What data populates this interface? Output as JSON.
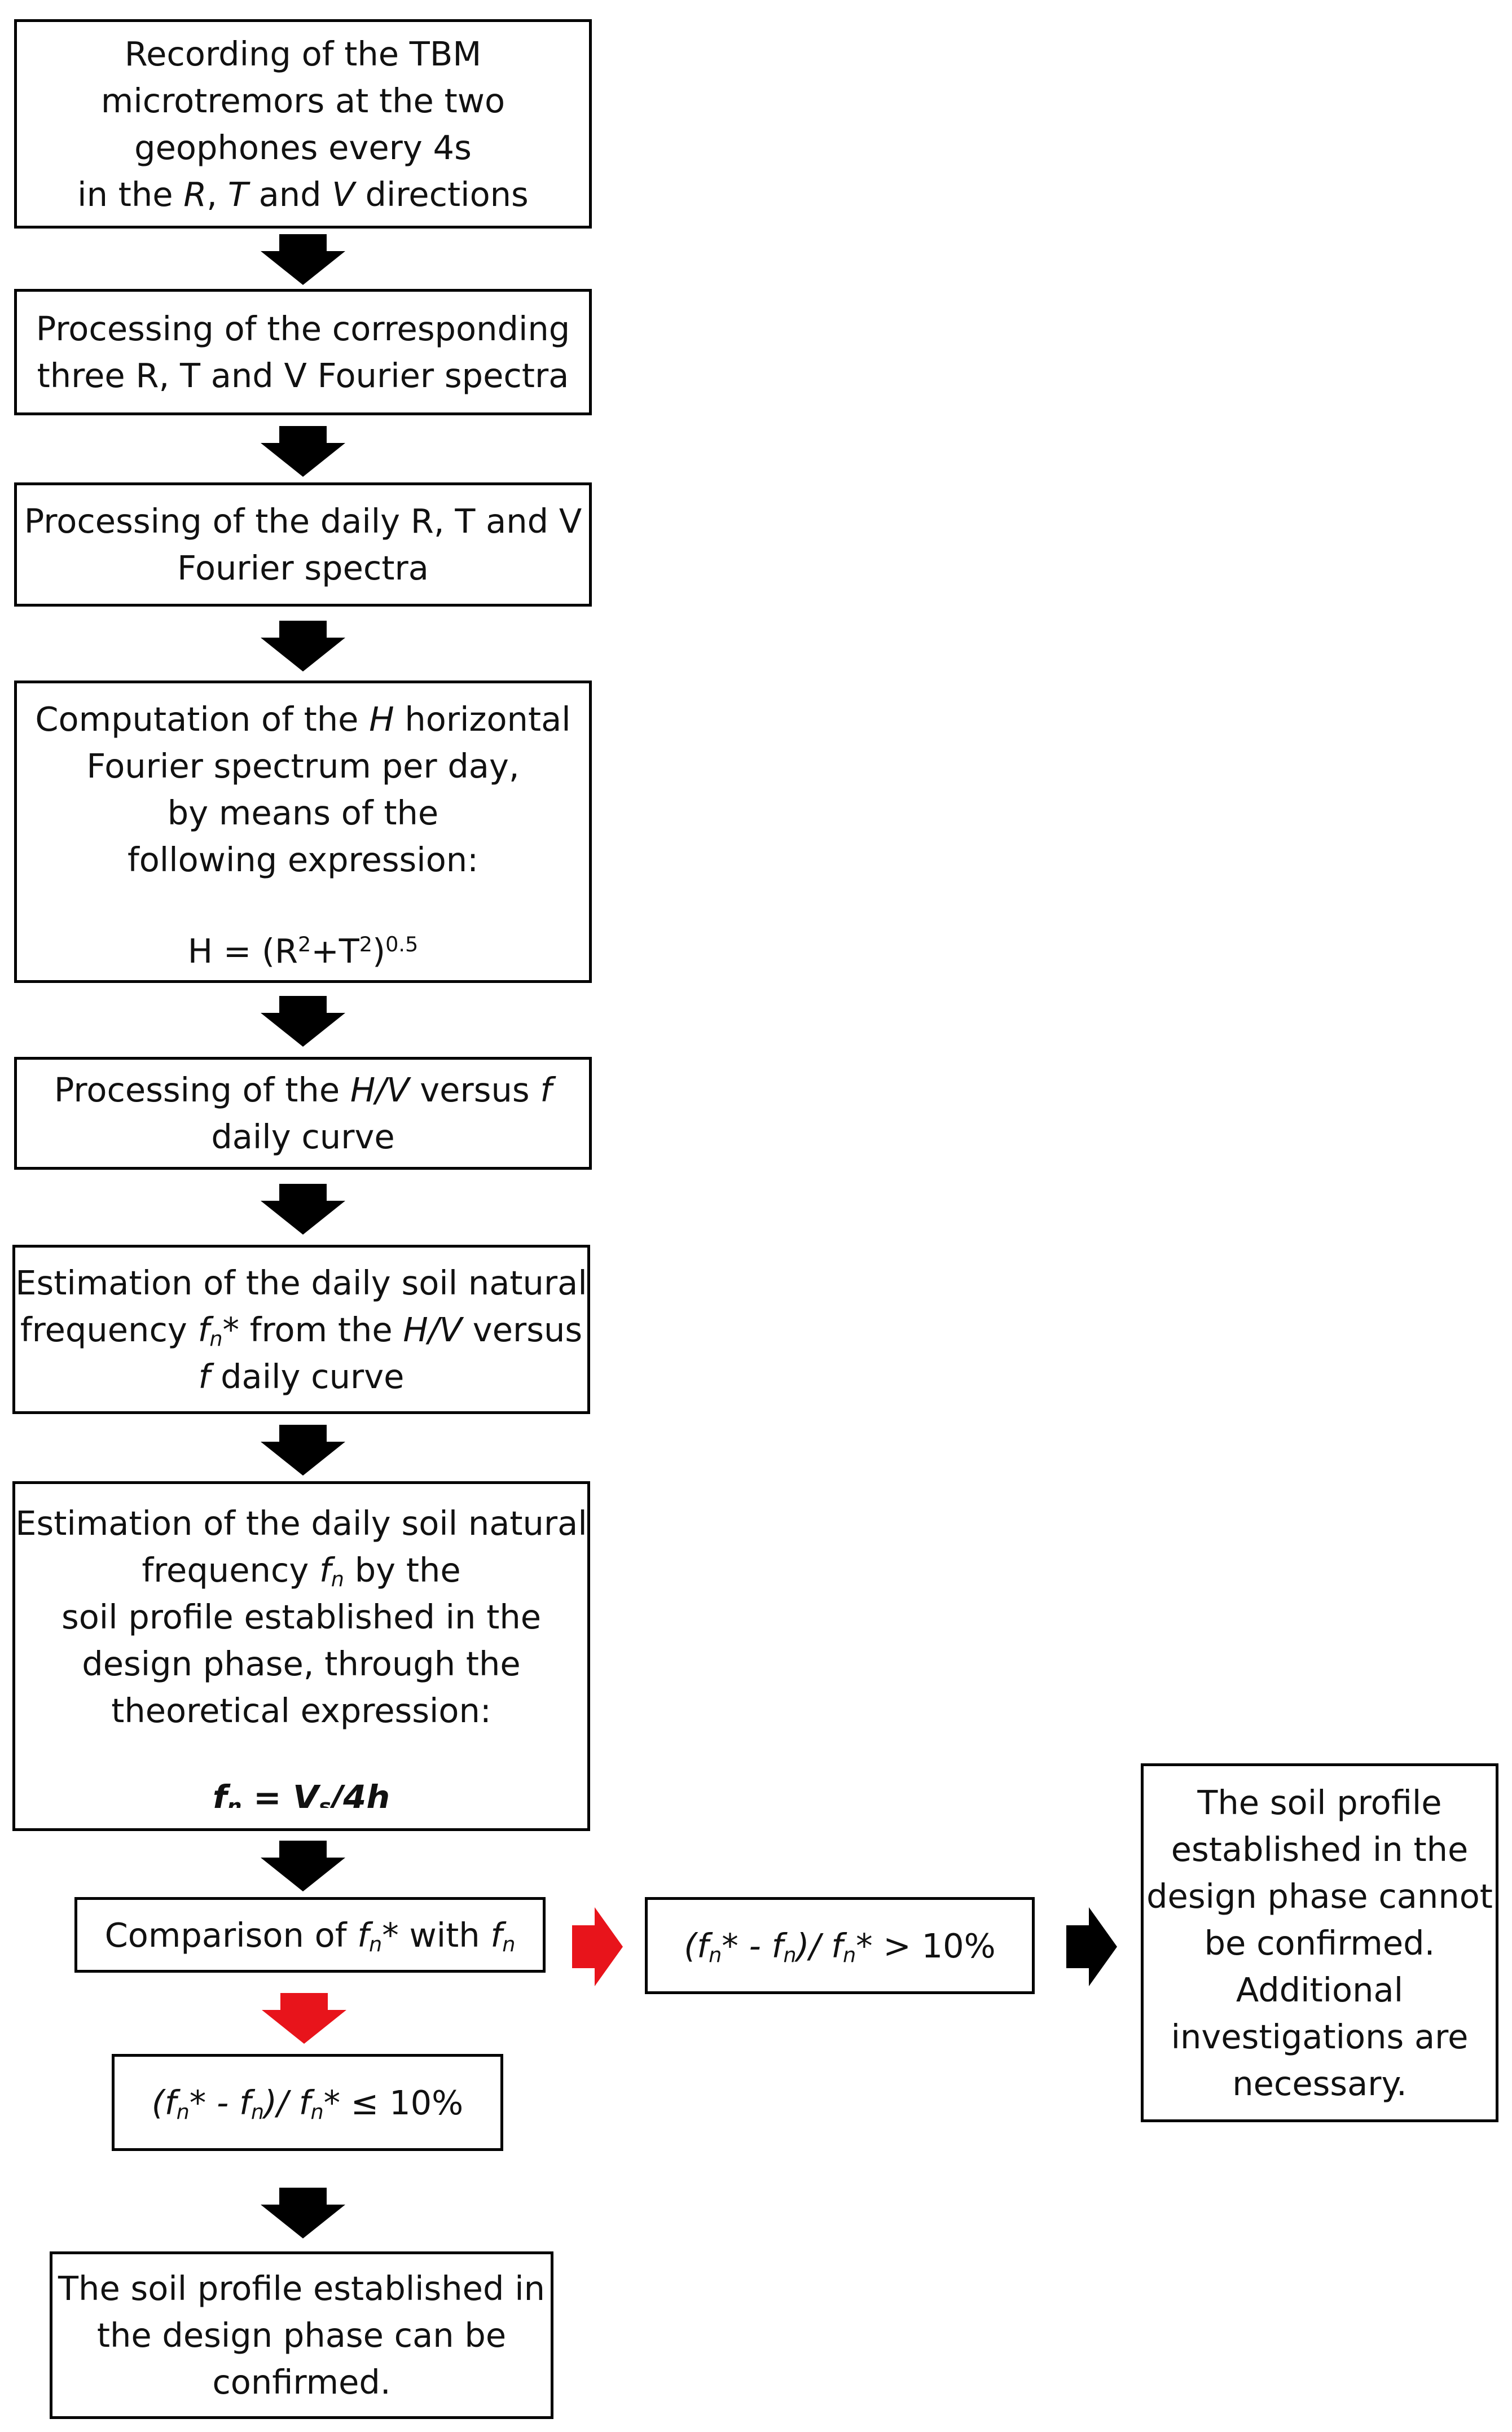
{
  "colors": {
    "arrow_default": "#000000",
    "arrow_highlight": "#e8141b",
    "box_border": "#000000",
    "text": "#111111"
  },
  "steps": {
    "record": {
      "l1": "Recording of the TBM",
      "l2": "microtremors at the two",
      "l3": "geophones every 4s",
      "l4_a": "in the ",
      "l4_r": "R",
      "l4_b": ", ",
      "l4_t": "T",
      "l4_c": " and ",
      "l4_v": "V",
      "l4_d": " directions"
    },
    "fourier": {
      "l1": "Processing of the corresponding",
      "l2": "three R, T and V Fourier spectra"
    },
    "daily": {
      "l1": "Processing of the daily R, T and V",
      "l2": "Fourier spectra"
    },
    "horizontal": {
      "l1_a": "Computation of the ",
      "l1_h": "H",
      "l1_b": " horizontal",
      "l2": "Fourier spectrum per day,",
      "l3": "by means of the",
      "l4": "following expression:",
      "f_a": "H = (R",
      "f_sup1": "2",
      "f_b": "+T",
      "f_sup2": "2",
      "f_c": ")",
      "f_sup3": "0.5"
    },
    "hv": {
      "l1_a": "Processing of the ",
      "l1_hv": "H/V",
      "l1_b": " versus ",
      "l1_f": "f",
      "l2": "daily curve"
    },
    "estimate_star": {
      "l1": "Estimation of the daily soil natural",
      "l2_a": "frequency ",
      "l2_f": "f",
      "l2_sub": "n",
      "l2_star": "*",
      "l2_b": " from the ",
      "l2_hv": "H/V",
      "l2_c": " versus",
      "l3_f": "f",
      "l3_a": " daily curve"
    },
    "estimate_theory": {
      "l1": "Estimation of the daily soil natural",
      "l2_a": "frequency ",
      "l2_f": "f",
      "l2_sub": "n",
      "l2_b": " by the",
      "l3": "soil profile established in the",
      "l4": "design phase, through the",
      "l5": "theoretical expression:",
      "f_f": "f",
      "f_sub": "n",
      "f_eq": " = V",
      "f_sub2": "s",
      "f_rest": "/4h"
    },
    "compare": {
      "a": "Comparison of ",
      "f1": "f",
      "s1": "n",
      "star": "*",
      "b": " with ",
      "f2": "f",
      "s2": "n"
    },
    "cond_le": {
      "p1": "(",
      "f1": "f",
      "s1": "n",
      "st1": "*",
      "m": " - ",
      "f2": "f",
      "s2": "n",
      "p2": ")/ ",
      "f3": "f",
      "s3": "n",
      "st3": "*",
      "op": " ≤ 10%"
    },
    "cond_gt": {
      "p1": "(",
      "f1": "f",
      "s1": "n",
      "st1": "*",
      "m": " - ",
      "f2": "f",
      "s2": "n",
      "p2": ")/ ",
      "f3": "f",
      "s3": "n",
      "st3": "*",
      "op": " > 10%"
    },
    "confirmed": {
      "l1": "The soil profile established in",
      "l2": "the design phase can be",
      "l3": "confirmed."
    },
    "not_confirmed": {
      "l1": "The soil profile",
      "l2": "established in the",
      "l3": "design phase cannot",
      "l4": "be confirmed.",
      "l5": "Additional",
      "l6": "investigations are",
      "l7": "necessary."
    }
  }
}
